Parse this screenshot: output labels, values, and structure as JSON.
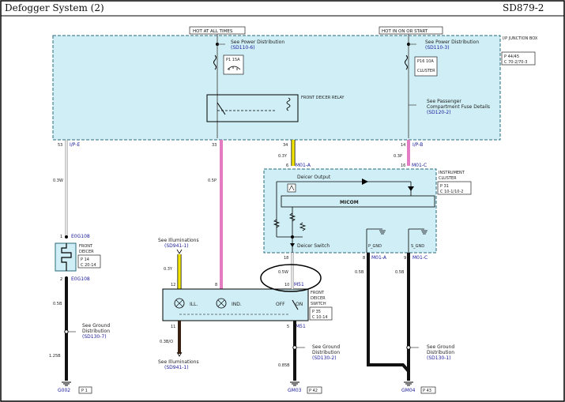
{
  "header": {
    "title": "Defogger System (2)",
    "code": "SD879-2"
  },
  "sources": {
    "hot_at_all_times": "HOT AT ALL TIMES",
    "hot_in_on_or_start": "HOT IN ON OR START"
  },
  "junction_box": {
    "name": "I/P JUNCTION BOX",
    "ref1": "P 44/45",
    "ref2": "C 70-2/70-3",
    "fuse1": "P1 15A",
    "fuse2": "P16 10A",
    "fuse2_label": "CLUSTER",
    "relay": "FRONT DEICER RELAY",
    "see_power_left": "See Power Distribution",
    "see_power_left_ref": "(SD110-6)",
    "see_power_right": "See Power Distribution",
    "see_power_right_ref": "(SD110-3)",
    "see_passenger": "See Passenger Compartment Fuse Details",
    "see_passenger_ref": "(SD120-2)",
    "pins": [
      "53",
      "I/P-E",
      "33",
      "34",
      "14",
      "I/P-B"
    ]
  },
  "wires": {
    "w1": "0.3W",
    "w2": "0.5P",
    "w3": "0.3Y",
    "w4": "0.3P",
    "w5": "0.5B",
    "w6": "1.25B",
    "w7": "0.3Y",
    "w8": "0.3B/O",
    "w9": "0.5W",
    "w10": "0.85B",
    "w11": "0.5B",
    "w12": "0.5B"
  },
  "cluster": {
    "name": "INSTRUMENT CLUSTER",
    "ref1": "P 31",
    "ref2": "C 10-1/10-2",
    "deicer_output": "Deicer Output",
    "micom": "MICOM",
    "deicer_switch": "Deicer Switch",
    "p_gnd": "P_GND",
    "s_gnd": "S_GND",
    "pins_top": [
      "6",
      "M01-A",
      "16",
      "M01-C"
    ],
    "pins_bottom": [
      "18",
      "8",
      "M01-A",
      "9",
      "M01-C"
    ]
  },
  "front_deicer": {
    "name": "FRONT DEICER",
    "ref1": "P 14",
    "ref2": "C 20-14",
    "pin_top": "1",
    "conn_top": "E0G108",
    "pin_bottom": "2",
    "conn_bottom": "E0G108"
  },
  "switch": {
    "name": "FRONT DEICER SWITCH",
    "ref1": "P 35",
    "ref2": "C 10-14",
    "ill": "ILL.",
    "ind": "IND.",
    "off": "OFF",
    "on": "ON",
    "pins": [
      "12",
      "8",
      "10",
      "M51",
      "11",
      "5",
      "M51"
    ]
  },
  "notes": {
    "see_illum_top": "See Illuminations",
    "see_illum_top_ref": "(SD941-1)",
    "see_illum_bottom": "See Illuminations",
    "see_illum_bottom_ref": "(SD941-1)",
    "see_ground_1": "See Ground Distribution",
    "see_ground_1_ref": "(SD130-7)",
    "see_ground_2": "See Ground Distribution",
    "see_ground_2_ref": "(SD130-2)",
    "see_ground_3": "See Ground Distribution",
    "see_ground_3_ref": "(SD130-1)"
  },
  "grounds": {
    "g1": "G002",
    "g1_ref": "P 1",
    "g2": "GM03",
    "g2_ref": "P 42",
    "g3": "GM04",
    "g3_ref": "P 43"
  },
  "colors": {
    "box_fill": "#cfeef5",
    "pink": "#e37cc3",
    "yellow": "#f3e600",
    "black": "#111111"
  }
}
